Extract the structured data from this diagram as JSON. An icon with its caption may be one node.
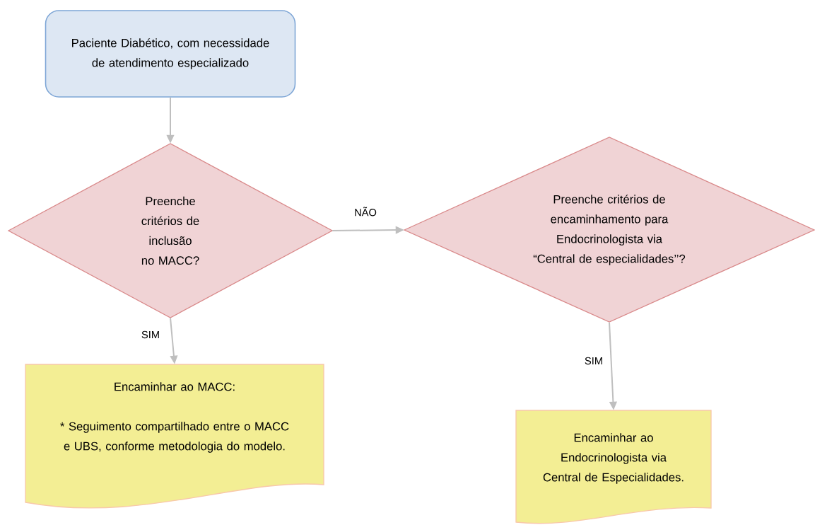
{
  "diagram": {
    "nodes": [
      {
        "text": [
          "Paciente Diabético, com necessidade de atendimento especializado"
        ]
      },
      {
        "text": [
          "Preenche critérios de inclusão no MACC?"
        ]
      },
      {
        "text": [
          "Preenche critérios de encaminhamento para Endocrinologista via “Central de especialidades’’?"
        ]
      },
      {
        "text": [
          "Encaminhar ao MACC:",
          "* Seguimento compartilhado entre o MACC e UBS, conforme metodologia do modelo."
        ]
      },
      {
        "text": [
          "Encaminhar ao Endocrinologista via Central de Especialidades."
        ]
      }
    ],
    "edges": [
      {
        "from": 0,
        "to": 1,
        "arrow": "to"
      },
      {
        "from": 1,
        "to": 2,
        "arrow": "to",
        "label": "NÃO"
      },
      {
        "from": 1,
        "to": 3,
        "arrow": "to",
        "label": "SIM"
      },
      {
        "from": 2,
        "to": 4,
        "arrow": "to",
        "label": "SIM"
      }
    ]
  }
}
